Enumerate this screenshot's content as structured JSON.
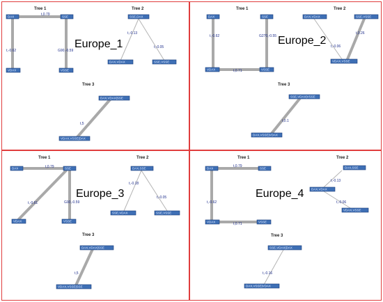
{
  "panels": [
    {
      "id": "p1",
      "title": "Europe_1",
      "tree_titles": [
        "Tree 1",
        "Tree 2",
        "Tree 3"
      ],
      "nodes": [
        "DAX",
        "SSE",
        "VDAX",
        "VSSE",
        "DAX,VDAX",
        "SSE,VSSE",
        "SSE,DAX",
        "VDAX,VSSE|DAX"
      ],
      "edges": [
        {
          "from": "DAX",
          "to": "SSE",
          "label": "t,0.79"
        },
        {
          "from": "DAX",
          "to": "VDAX",
          "label": "t,-0.62"
        },
        {
          "from": "SSE",
          "to": "VSSE",
          "label": "G90,-0.59"
        },
        {
          "from": "SSE,DAX",
          "to": "DAX,VDAX",
          "label": "t,-0.13"
        },
        {
          "from": "SSE,DAX",
          "to": "SSE,VSSE",
          "label": "t,-0.05"
        },
        {
          "from": "DAX,VDAX|SSE",
          "to": "VDAX,VSSE|DAX",
          "label": "t,5"
        }
      ]
    },
    {
      "id": "p2",
      "title": "Europe_2",
      "tree_titles": [
        "Tree 1",
        "Tree 2",
        "Tree 3"
      ],
      "nodes": [
        "DAX",
        "SSE",
        "VDAX",
        "VSSE",
        "DAX,VDAX",
        "SSE,VSSE",
        "VDAX,VSSE",
        "DAX,VSSE|VDAX"
      ],
      "edges": [
        {
          "from": "DAX",
          "to": "VDAX",
          "label": "t,-0.62"
        },
        {
          "from": "SSE",
          "to": "VSSE",
          "label": "G270,-0.55"
        },
        {
          "from": "VDAX",
          "to": "VSSE",
          "label": "t,0.71"
        },
        {
          "from": "VDAX,VSSE",
          "to": "DAX,VDAX",
          "label": "t,-0.06"
        },
        {
          "from": "VDAX,VSSE",
          "to": "SSE,VSSE",
          "label": "t,0.26"
        },
        {
          "from": "SSE,VDAX|VSSE",
          "to": "DAX,VSSE|VDAX",
          "label": "t,0.1"
        }
      ]
    },
    {
      "id": "p3",
      "title": "Europe_3",
      "tree_titles": [
        "Tree 1",
        "Tree 2",
        "Tree 3"
      ],
      "nodes": [
        "DAX",
        "SSE",
        "VDAX",
        "VSSE",
        "DAX,SSE",
        "SSE,VDAX",
        "SSE,VSSE",
        "VDAX,VSSE|SSE"
      ],
      "edges": [
        {
          "from": "DAX",
          "to": "SSE",
          "label": "t,0.79"
        },
        {
          "from": "SSE",
          "to": "VDAX",
          "label": "t,-0.61"
        },
        {
          "from": "SSE",
          "to": "VSSE",
          "label": "G90,-0.59"
        },
        {
          "from": "DAX,SSE",
          "to": "SSE,VDAX",
          "label": "t,-0.18"
        },
        {
          "from": "DAX,SSE",
          "to": "SSE,VSSE",
          "label": "t,-0.05"
        },
        {
          "from": "DAX,VDAX|SSE",
          "to": "VDAX,VSSE|SSE",
          "label": "t,5"
        }
      ]
    },
    {
      "id": "p4",
      "title": "Europe_4",
      "tree_titles": [
        "Tree 1",
        "Tree 2",
        "Tree 3"
      ],
      "nodes": [
        "DAX",
        "SSE",
        "VDAX",
        "VSSE",
        "DAX,SSE",
        "DAX,VDAX",
        "VDAX,VSSE",
        "DAX,VSSE|VDAX"
      ],
      "edges": [
        {
          "from": "DAX",
          "to": "SSE",
          "label": "t,0.79"
        },
        {
          "from": "DAX",
          "to": "VDAX",
          "label": "t,-0.62"
        },
        {
          "from": "VDAX",
          "to": "VSSE",
          "label": "t,0.71"
        },
        {
          "from": "DAX,VDAX",
          "to": "DAX,SSE",
          "label": "t,-0.13"
        },
        {
          "from": "DAX,VDAX",
          "to": "VDAX,VSSE",
          "label": "t,-0.06"
        },
        {
          "from": "SSE,VDAX|DAX",
          "to": "DAX,VSSE|VDAX",
          "label": "t,-0.16"
        }
      ]
    }
  ]
}
